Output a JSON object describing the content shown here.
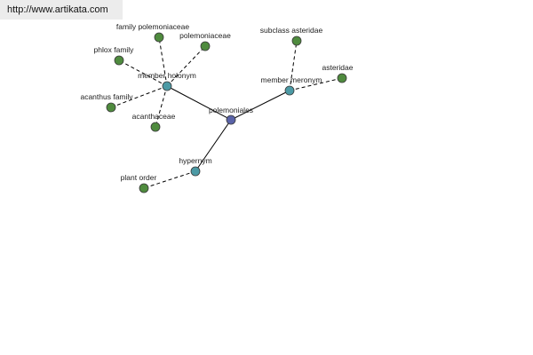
{
  "header": {
    "url": "http://www.artikata.com"
  },
  "colors": {
    "center": "#5a63a8",
    "relation": "#4c9aa5",
    "leaf": "#4f8b3e",
    "edge": "#000000"
  },
  "graph": {
    "nodes": [
      {
        "id": "center",
        "label": "polemoniales",
        "kind": "center"
      },
      {
        "id": "member-holonym",
        "label": "member holonym",
        "kind": "relation"
      },
      {
        "id": "member-meronym",
        "label": "member meronym",
        "kind": "relation"
      },
      {
        "id": "hypernym",
        "label": "hypernym",
        "kind": "relation"
      },
      {
        "id": "family-polemoniaceae",
        "label": "family polemoniaceae",
        "kind": "leaf"
      },
      {
        "id": "polemoniaceae",
        "label": "polemoniaceae",
        "kind": "leaf"
      },
      {
        "id": "phlox-family",
        "label": "phlox family",
        "kind": "leaf"
      },
      {
        "id": "acanthus-family",
        "label": "acanthus family",
        "kind": "leaf"
      },
      {
        "id": "acanthaceae",
        "label": "acanthaceae",
        "kind": "leaf"
      },
      {
        "id": "subclass-asteridae",
        "label": "subclass asteridae",
        "kind": "leaf"
      },
      {
        "id": "asteridae",
        "label": "asteridae",
        "kind": "leaf"
      },
      {
        "id": "plant-order",
        "label": "plant order",
        "kind": "leaf"
      }
    ],
    "edges": [
      {
        "from": "center",
        "to": "member-holonym",
        "style": "solid"
      },
      {
        "from": "center",
        "to": "member-meronym",
        "style": "solid"
      },
      {
        "from": "center",
        "to": "hypernym",
        "style": "solid"
      },
      {
        "from": "member-holonym",
        "to": "family-polemoniaceae",
        "style": "dashed"
      },
      {
        "from": "member-holonym",
        "to": "polemoniaceae",
        "style": "dashed"
      },
      {
        "from": "member-holonym",
        "to": "phlox-family",
        "style": "dashed"
      },
      {
        "from": "member-holonym",
        "to": "acanthus-family",
        "style": "dashed"
      },
      {
        "from": "member-holonym",
        "to": "acanthaceae",
        "style": "dashed"
      },
      {
        "from": "member-meronym",
        "to": "subclass-asteridae",
        "style": "dashed"
      },
      {
        "from": "member-meronym",
        "to": "asteridae",
        "style": "dashed"
      },
      {
        "from": "hypernym",
        "to": "plant-order",
        "style": "dashed"
      }
    ]
  }
}
